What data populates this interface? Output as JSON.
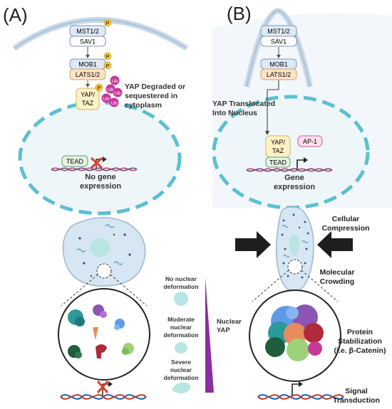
{
  "panel_a": {
    "label": "(A)",
    "proteins": {
      "mst": "MST1/2",
      "sav": "SAV1",
      "mob": "MOB1",
      "lats": "LATS1/2",
      "yap_line1": "YAP/",
      "yap_line2": "TAZ",
      "tead": "TEAD",
      "phospho": "P",
      "ubiquitin": "Ub"
    },
    "yap_fate_lines": [
      "YAP Degraded or",
      "sequestered in",
      "cytoplasm"
    ],
    "gene_lines": [
      "No gene",
      "expression"
    ]
  },
  "panel_b": {
    "label": "(B)",
    "proteins": {
      "mst": "MST1/2",
      "sav": "SAV1",
      "mob": "MOB1",
      "lats": "LATS1/2",
      "yap_line1": "YAP/",
      "yap_line2": "TAZ",
      "ap1": "AP-1",
      "tead": "TEAD"
    },
    "translocation_lines": [
      "YAP Translocated",
      "Into Nucleus"
    ],
    "gene_lines": [
      "Gene",
      "expression"
    ]
  },
  "bottom": {
    "scale_labels": {
      "none": [
        "No nuclear",
        "deformation"
      ],
      "moderate": [
        "Moderate",
        "nuclear",
        "deformation"
      ],
      "severe": [
        "Severe",
        "nuclear",
        "deformation"
      ]
    },
    "gradient_label": [
      "Nuclear",
      "YAP"
    ],
    "right_labels": {
      "compression": [
        "Cellular",
        "Compression"
      ],
      "crowding": [
        "Molecular",
        "Crowding"
      ],
      "stabilization": [
        "Protein",
        "Stabilization",
        "(i.e. β-Catenin)"
      ],
      "signal": [
        "Signal",
        "Transduction"
      ]
    }
  },
  "colors": {
    "membrane": "#c7d8e8",
    "membrane_dark": "#9eb6cd",
    "nucleus_dash": "#5cc0cf",
    "protein_fill": "#dfe9f5",
    "protein_stroke": "#7f99b8",
    "lats_fill": "#fbe3c8",
    "lats_stroke": "#d9a060",
    "yap_fill": "#fdf2c7",
    "yap_stroke": "#d1b25a",
    "tead_fill": "#e6f4e3",
    "tead_stroke": "#5c9e6a",
    "phospho": "#f7c842",
    "ubiquitin": "#c8389a",
    "ap1_fill": "#fde0ee",
    "ap1_stroke": "#d6579a",
    "cell_fill": "#d6e6f2",
    "nucleus_fill": "#b8e4e2",
    "triangle": "#8a2ea3"
  }
}
